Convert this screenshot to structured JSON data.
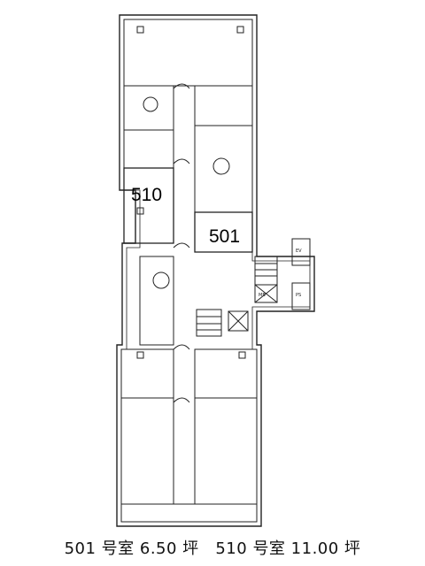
{
  "rooms": [
    {
      "label": "510"
    },
    {
      "label": "501"
    }
  ],
  "small_marks": [
    "EV",
    "PS",
    "MB"
  ],
  "caption": {
    "room501": "501 号室 6.50 坪",
    "room510": "510 号室 11.00 坪"
  }
}
